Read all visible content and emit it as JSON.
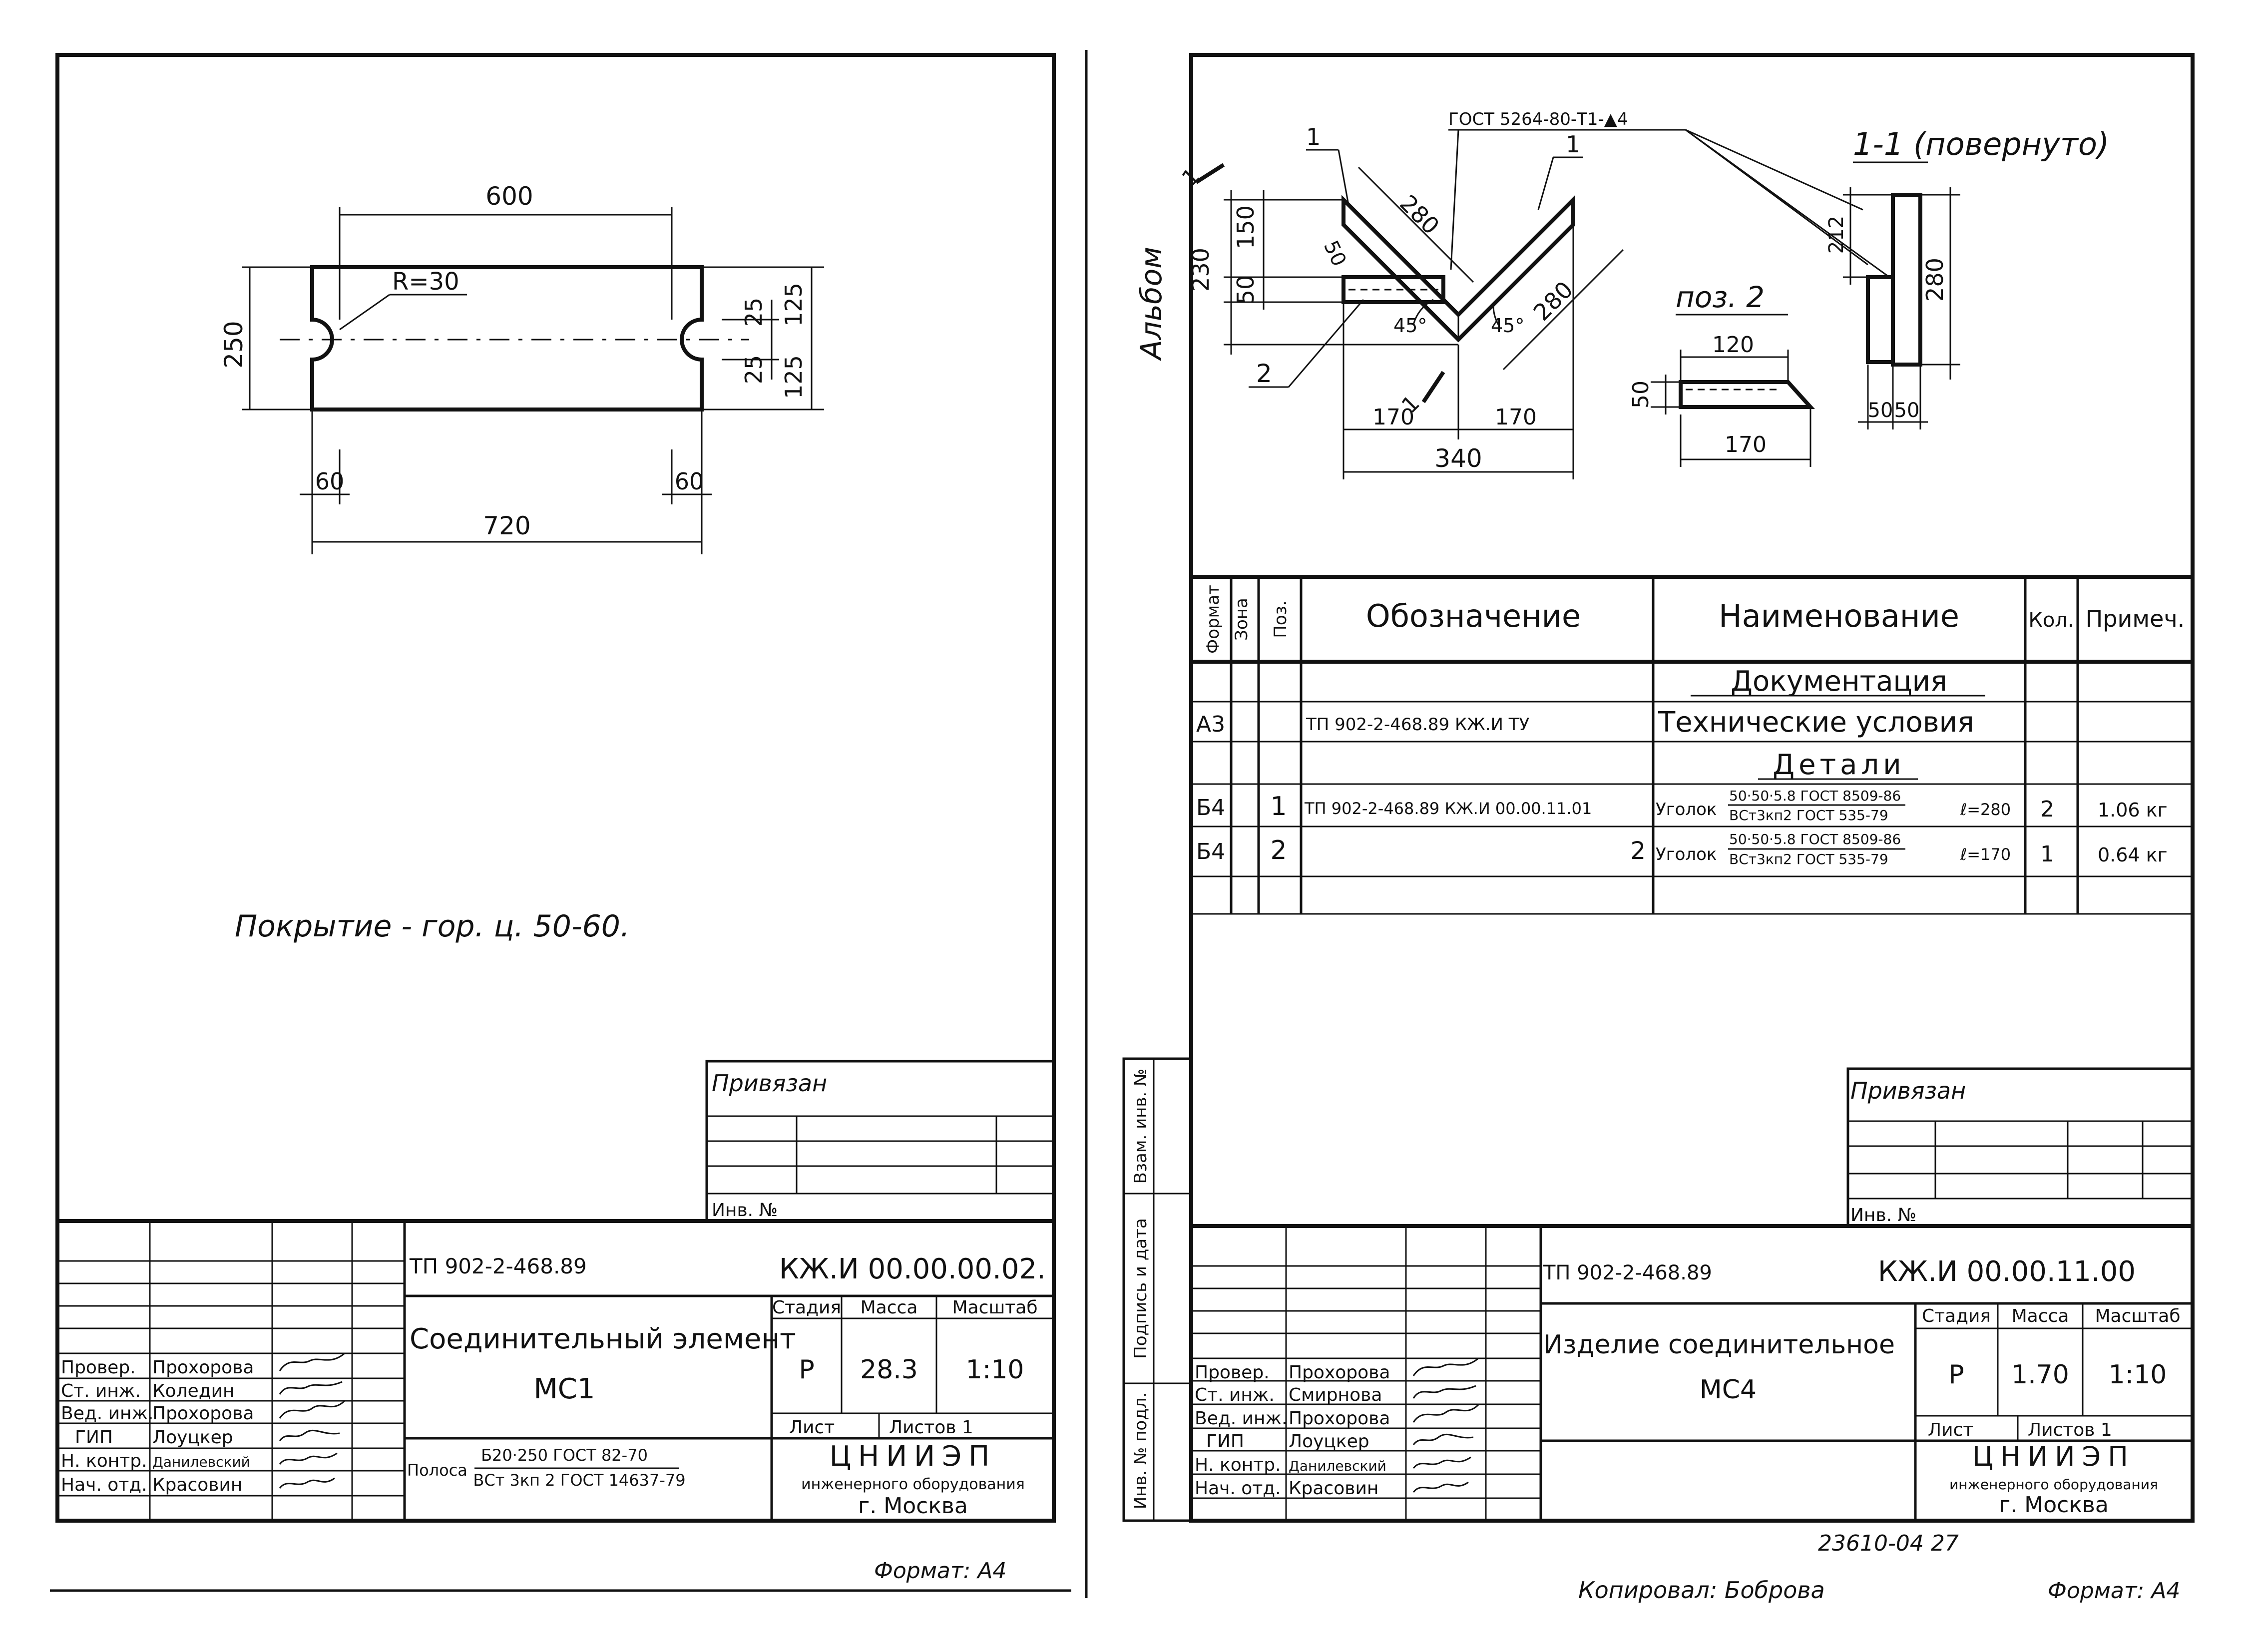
{
  "left_sheet": {
    "drawing": {
      "dim_top": "600",
      "dim_height": "250",
      "radius": "R=30",
      "dim_25_top": "25",
      "dim_25_bot": "25",
      "dim_125_top": "125",
      "dim_125_bot": "125",
      "dim_60_left": "60",
      "dim_60_right": "60",
      "dim_total": "720"
    },
    "coating_note": "Покрытие - гор. ц. 50-60.",
    "binding": {
      "title": "Привязан",
      "inv": "Инв. №"
    },
    "title_block": {
      "project": "ТП 902-2-468.89",
      "code": "КЖ.И 00.00.00.02.",
      "name_line1": "Соединительный элемент",
      "name_line2": "МС1",
      "material_prefix": "Полоса",
      "material_top": "Б20·250 ГОСТ 82-70",
      "material_bottom": "ВСт 3кп 2 ГОСТ 14637-79",
      "headers": {
        "stage": "Стадия",
        "mass": "Масса",
        "scale": "Масштаб"
      },
      "values": {
        "stage": "Р",
        "mass": "28.3",
        "scale": "1:10"
      },
      "sheet": "Лист",
      "sheets": "Листов 1",
      "org_line1": "ЦНИИЭП",
      "org_line2": "инженерного оборудования",
      "org_line3": "г. Москва",
      "roles": [
        {
          "role": "Провер.",
          "name": "Прохорова"
        },
        {
          "role": "Ст. инж.",
          "name": "Коледин"
        },
        {
          "role": "Вед. инж.",
          "name": "Прохорова"
        },
        {
          "role": "ГИП",
          "name": "Лоуцкер"
        },
        {
          "role": "Н. контр.",
          "name": "Данилевский"
        },
        {
          "role": "Нач. отд.",
          "name": "Красовин"
        }
      ]
    },
    "format": "Формат: А4"
  },
  "right_sheet": {
    "album_label": "Альбом",
    "side_labels": {
      "vzam": "Взам. инв. №",
      "podpis": "Подпись и дата",
      "inv_podl": "Инв. № подл."
    },
    "drawing": {
      "gost_callout": "ГОСТ 5264-80-Т1-▲4",
      "section_title": "1-1 (повернуто)",
      "pos2_title": "поз. 2",
      "pos_1a": "1",
      "pos_1b": "1",
      "pos_2": "2",
      "cut_1a": "1",
      "cut_1b": "1",
      "dim_230": "230",
      "dim_150": "150",
      "dim_50v": "50",
      "dim_50d": "50",
      "dim_280a": "280",
      "dim_280b": "280",
      "dim_45a": "45°",
      "dim_45b": "45°",
      "dim_170a": "170",
      "dim_170b": "170",
      "dim_340": "340",
      "dim_120": "120",
      "dim_50p": "50",
      "dim_170p": "170",
      "dim_212": "212",
      "dim_280s": "280",
      "dim_50s1": "50",
      "dim_50s2": "50"
    },
    "spec_table": {
      "headers": [
        "Формат",
        "Зона",
        "Поз.",
        "Обозначение",
        "Наименование",
        "Кол.",
        "Примеч."
      ],
      "section_docs": "Документация",
      "section_details": "Детали",
      "rows": [
        {
          "format": "А3",
          "pos": "",
          "designation": "ТП 902-2-468.89     КЖ.И ТУ",
          "name": "Технические условия",
          "qty": "",
          "note": ""
        },
        {
          "format": "Б4",
          "pos": "1",
          "designation": "ТП 902-2-468.89   КЖ.И 00.00.11.01",
          "name_prefix": "Уголок",
          "name_top": "50·50·5.8 ГОСТ 8509-86",
          "name_bottom": "ВСт3кп2 ГОСТ 535-79",
          "name_len": "ℓ=280",
          "qty": "2",
          "note": "1.06 кг"
        },
        {
          "format": "Б4",
          "pos": "2",
          "designation": "2",
          "name_prefix": "Уголок",
          "name_top": "50·50·5.8 ГОСТ 8509-86",
          "name_bottom": "ВСт3кп2 ГОСТ 535-79",
          "name_len": "ℓ=170",
          "qty": "1",
          "note": "0.64 кг"
        }
      ]
    },
    "binding": {
      "title": "Привязан",
      "inv": "Инв. №"
    },
    "title_block": {
      "project": "ТП 902-2-468.89",
      "code": "КЖ.И 00.00.11.00",
      "name_line1": "Изделие соединительное",
      "name_line2": "МС4",
      "headers": {
        "stage": "Стадия",
        "mass": "Масса",
        "scale": "Масштаб"
      },
      "values": {
        "stage": "Р",
        "mass": "1.70",
        "scale": "1:10"
      },
      "sheet": "Лист",
      "sheets": "Листов 1",
      "org_line1": "ЦНИИЭП",
      "org_line2": "инженерного оборудования",
      "org_line3": "г. Москва",
      "roles": [
        {
          "role": "Провер.",
          "name": "Прохорова"
        },
        {
          "role": "Ст. инж.",
          "name": "Смирнова"
        },
        {
          "role": "Вед. инж.",
          "name": "Прохорова"
        },
        {
          "role": "ГИП",
          "name": "Лоуцкер"
        },
        {
          "role": "Н. контр.",
          "name": "Данилевский"
        },
        {
          "role": "Нач. отд.",
          "name": "Красовин"
        }
      ]
    },
    "archive_number": "23610-04   27",
    "copied_by": "Копировал: Боброва",
    "format": "Формат: А4"
  }
}
